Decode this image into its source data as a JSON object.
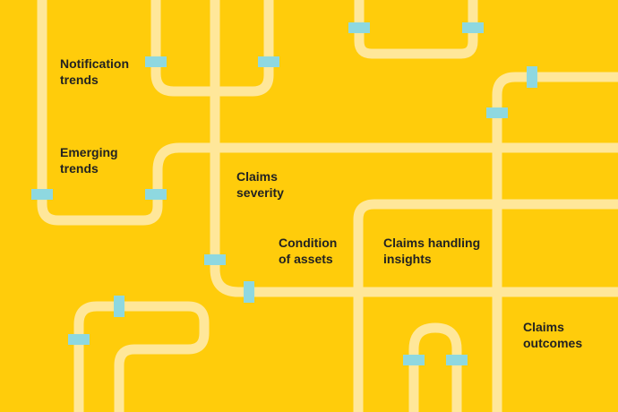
{
  "colors": {
    "background": "#FFCC0B",
    "pipe": "#FFE79A",
    "connector": "#8ED8E0",
    "text": "#222222"
  },
  "labels": {
    "notification_trends": {
      "line1": "Notification",
      "line2": "trends"
    },
    "emerging_trends": {
      "line1": "Emerging",
      "line2": "trends"
    },
    "claims_severity": {
      "line1": "Claims",
      "line2": "severity"
    },
    "condition_of_assets": {
      "line1": "Condition",
      "line2": "of assets"
    },
    "claims_handling_insights": {
      "line1": "Claims handling",
      "line2": "insights"
    },
    "claims_outcomes": {
      "line1": "Claims",
      "line2": "outcomes"
    }
  }
}
